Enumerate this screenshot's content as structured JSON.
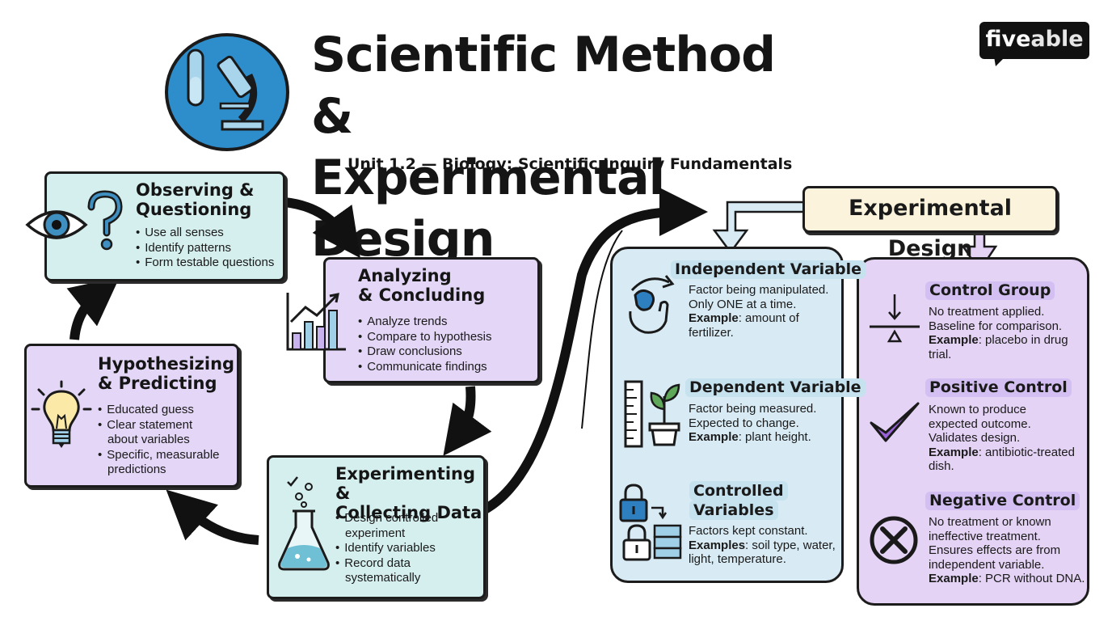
{
  "title_line1": "Scientific Method &",
  "title_line2": "Experimental Design",
  "subtitle": "Unit 1.2 — Biology: Scientific Inquiry Fundamentals",
  "logo": {
    "part1": "five",
    "part2": "able"
  },
  "icons": [
    "microscope-icon",
    "eye-icon",
    "question-mark-icon",
    "bar-chart-icon",
    "lightbulb-icon",
    "flask-icon",
    "hand-rotate-icon",
    "ruler-icon",
    "plant-icon",
    "lock-icon",
    "balance-icon",
    "checkmark-icon",
    "x-circle-icon"
  ],
  "colors": {
    "teal": "#d5eeee",
    "lavender": "#e3d6f6",
    "blue_panel": "#d8ebf4",
    "purple_panel": "#e4d3f5",
    "label": "#fbf3dc"
  },
  "cycle": {
    "observing": {
      "title1": "Observing &",
      "title2": "Questioning",
      "bullets": [
        "Use all senses",
        "Identify patterns",
        "Form testable questions"
      ]
    },
    "analyzing": {
      "title1": "Analyzing",
      "title2": "& Concluding",
      "bullets": [
        "Analyze trends",
        "Compare to hypothesis",
        "Draw conclusions",
        "Communicate findings"
      ]
    },
    "hypothesizing": {
      "title1": "Hypothesizing",
      "title2": "& Predicting",
      "b1": "Educated guess",
      "b2a": "Clear statement",
      "b2b": "about variables",
      "b3a": "Specific, measurable",
      "b3b": "predictions"
    },
    "experimenting": {
      "title1": "Experimenting &",
      "title2": "Collecting Data",
      "b1a": "Design controlled",
      "b1b": "experiment",
      "b2": "Identify variables",
      "b3a": "Record data",
      "b3b": "systematically"
    }
  },
  "design": {
    "label": "Experimental Design",
    "independent": {
      "title": "Independent Variable",
      "l1": "Factor being manipulated.",
      "l2": "Only ONE at a time.",
      "ex_label": "Example",
      "ex1": ": amount of",
      "ex2": "fertilizer."
    },
    "dependent": {
      "title": "Dependent Variable",
      "l1": "Factor being measured.",
      "l2": "Expected to change.",
      "ex_label": "Example",
      "ex1": ": plant height."
    },
    "controlled": {
      "title1": "Controlled",
      "title2": "Variables",
      "l1": "Factors kept constant.",
      "ex_label": "Examples",
      "ex1": ": soil type, water,",
      "ex2": "light, temperature."
    },
    "control_group": {
      "title": "Control Group",
      "l1": "No treatment applied.",
      "l2": "Baseline for comparison.",
      "ex_label": "Example",
      "ex1": ": placebo in drug",
      "ex2": "trial."
    },
    "positive": {
      "title": "Positive Control",
      "l1": "Known to produce",
      "l2": "expected outcome.",
      "l3": "Validates design.",
      "ex_label": "Example",
      "ex1": ": antibiotic-treated",
      "ex2": "dish."
    },
    "negative": {
      "title": "Negative Control",
      "l1": "No treatment or known",
      "l2": "ineffective treatment.",
      "l3": "Ensures effects are from",
      "l4": "independent variable.",
      "ex_label": "Example",
      "ex1": ": PCR without DNA."
    }
  }
}
